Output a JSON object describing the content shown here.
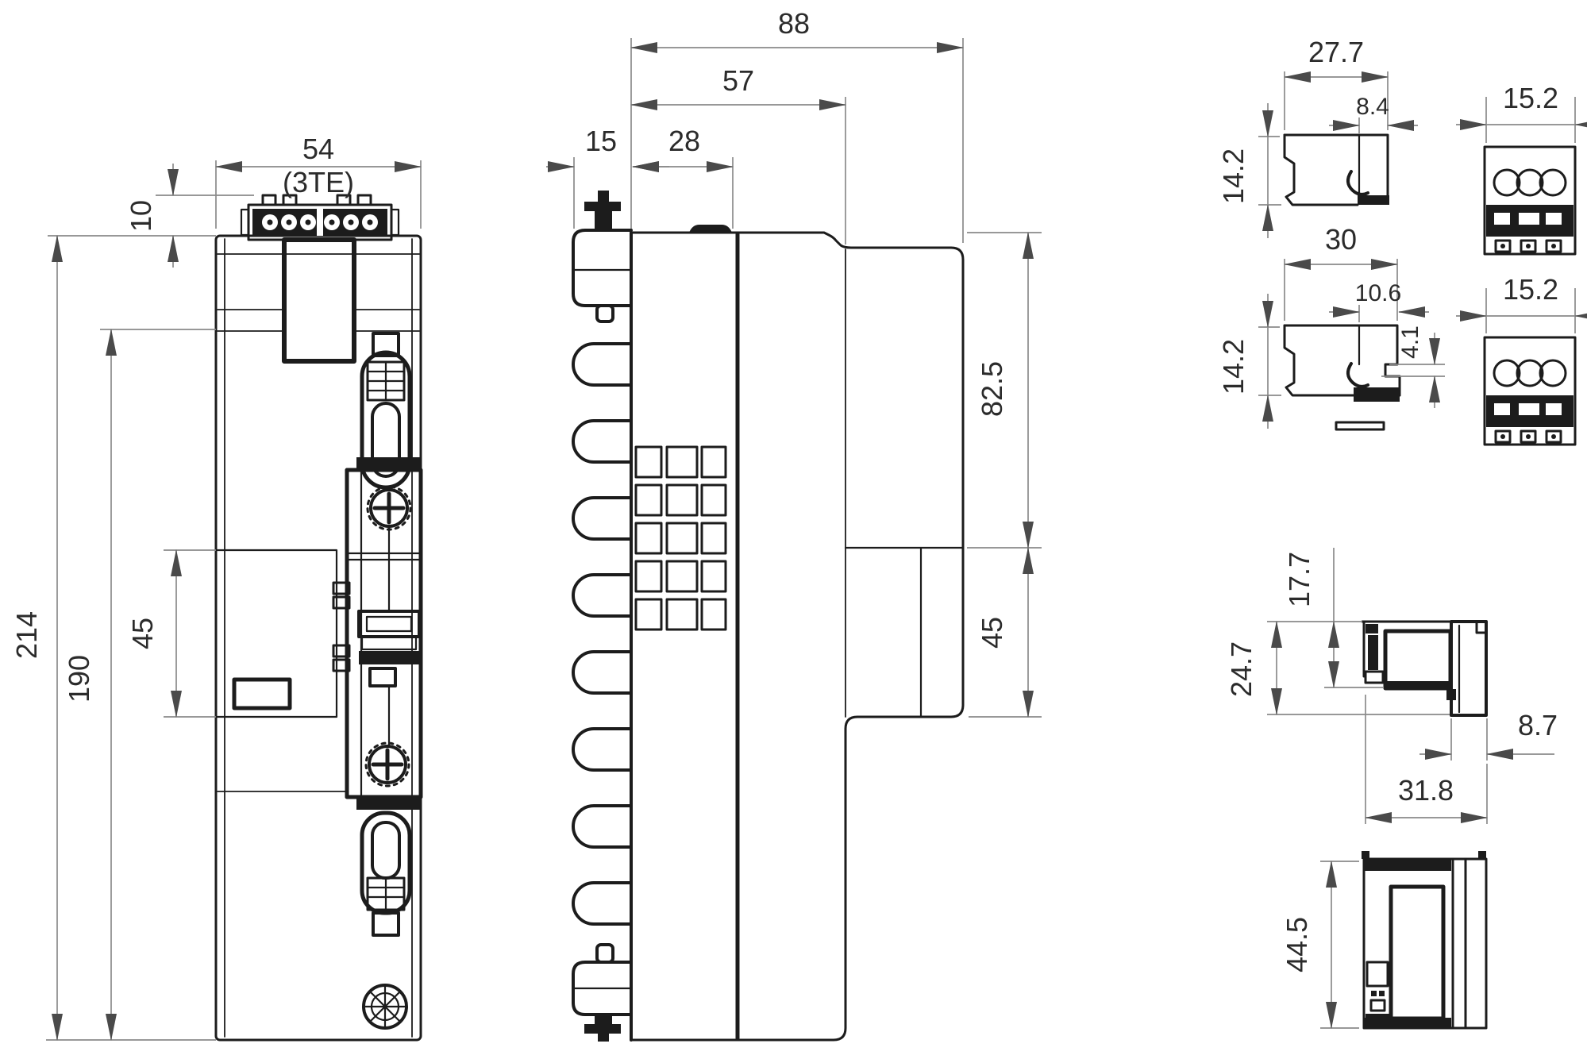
{
  "drawing": {
    "type": "technical-dimension-drawing",
    "units": "mm",
    "line_color": "#1c1c1c",
    "dim_line_color": "#8a8a8a",
    "text_color": "#2b2b2b",
    "front": {
      "w54": "54",
      "te": "(3TE)",
      "h10": "10",
      "h214": "214",
      "h190": "190",
      "h45": "45"
    },
    "side": {
      "d88": "88",
      "d57": "57",
      "d15": "15",
      "d28": "28",
      "h825": "82.5",
      "h45": "45"
    },
    "clipA": {
      "w277": "27.7",
      "w84": "8.4",
      "h142": "14.2",
      "w152": "15.2"
    },
    "clipB": {
      "w30": "30",
      "w106": "10.6",
      "h142": "14.2",
      "h41": "4.1",
      "w152": "15.2"
    },
    "bracket": {
      "h177": "17.7",
      "h247": "24.7",
      "d87": "8.7",
      "d318": "31.8",
      "h445": "44.5"
    }
  }
}
